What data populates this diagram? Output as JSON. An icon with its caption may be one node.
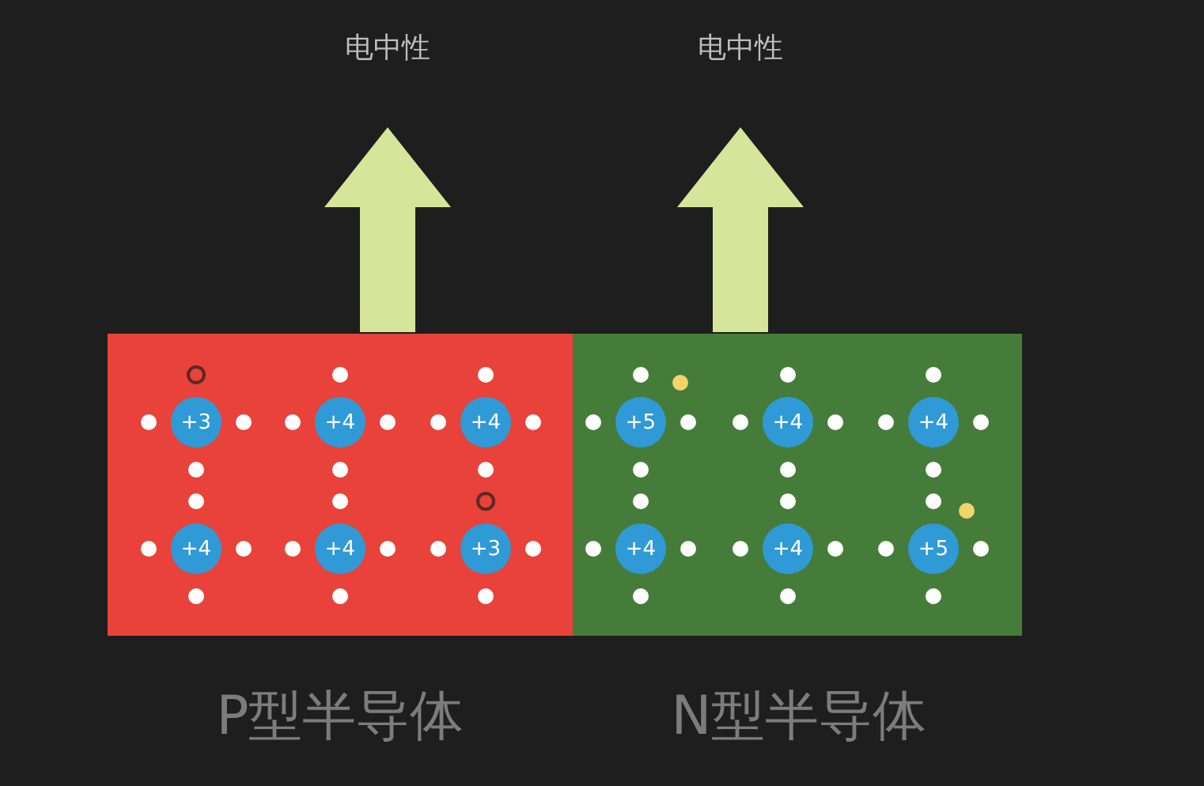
{
  "diagram": {
    "nodes": [
      {
        "text": [
          "P型半导体"
        ]
      },
      {
        "text": [
          "N型半导体"
        ]
      },
      {
        "text": [
          "+3"
        ],
        "in": 0
      },
      {
        "text": [
          "+4"
        ],
        "in": 0
      },
      {
        "text": [
          "+4"
        ],
        "in": 0
      },
      {
        "text": [
          "+4"
        ],
        "in": 0
      },
      {
        "text": [
          "+4"
        ],
        "in": 0
      },
      {
        "text": [
          "+3"
        ],
        "in": 0
      },
      {
        "text": [
          "+5"
        ],
        "in": 1
      },
      {
        "text": [
          "+4"
        ],
        "in": 1
      },
      {
        "text": [
          "+4"
        ],
        "in": 1
      },
      {
        "text": [
          "+4"
        ],
        "in": 1
      },
      {
        "text": [
          "+4"
        ],
        "in": 1
      },
      {
        "text": [
          "+5"
        ],
        "in": 1
      },
      {
        "text": [
          "电中性"
        ]
      },
      {
        "text": [
          "电中性"
        ]
      }
    ],
    "edges": [
      {
        "from": 0,
        "to": 14,
        "arrow": "to",
        "color": "#d5e69a"
      },
      {
        "from": 1,
        "to": 15,
        "arrow": "to",
        "color": "#d5e69a"
      }
    ]
  }
}
